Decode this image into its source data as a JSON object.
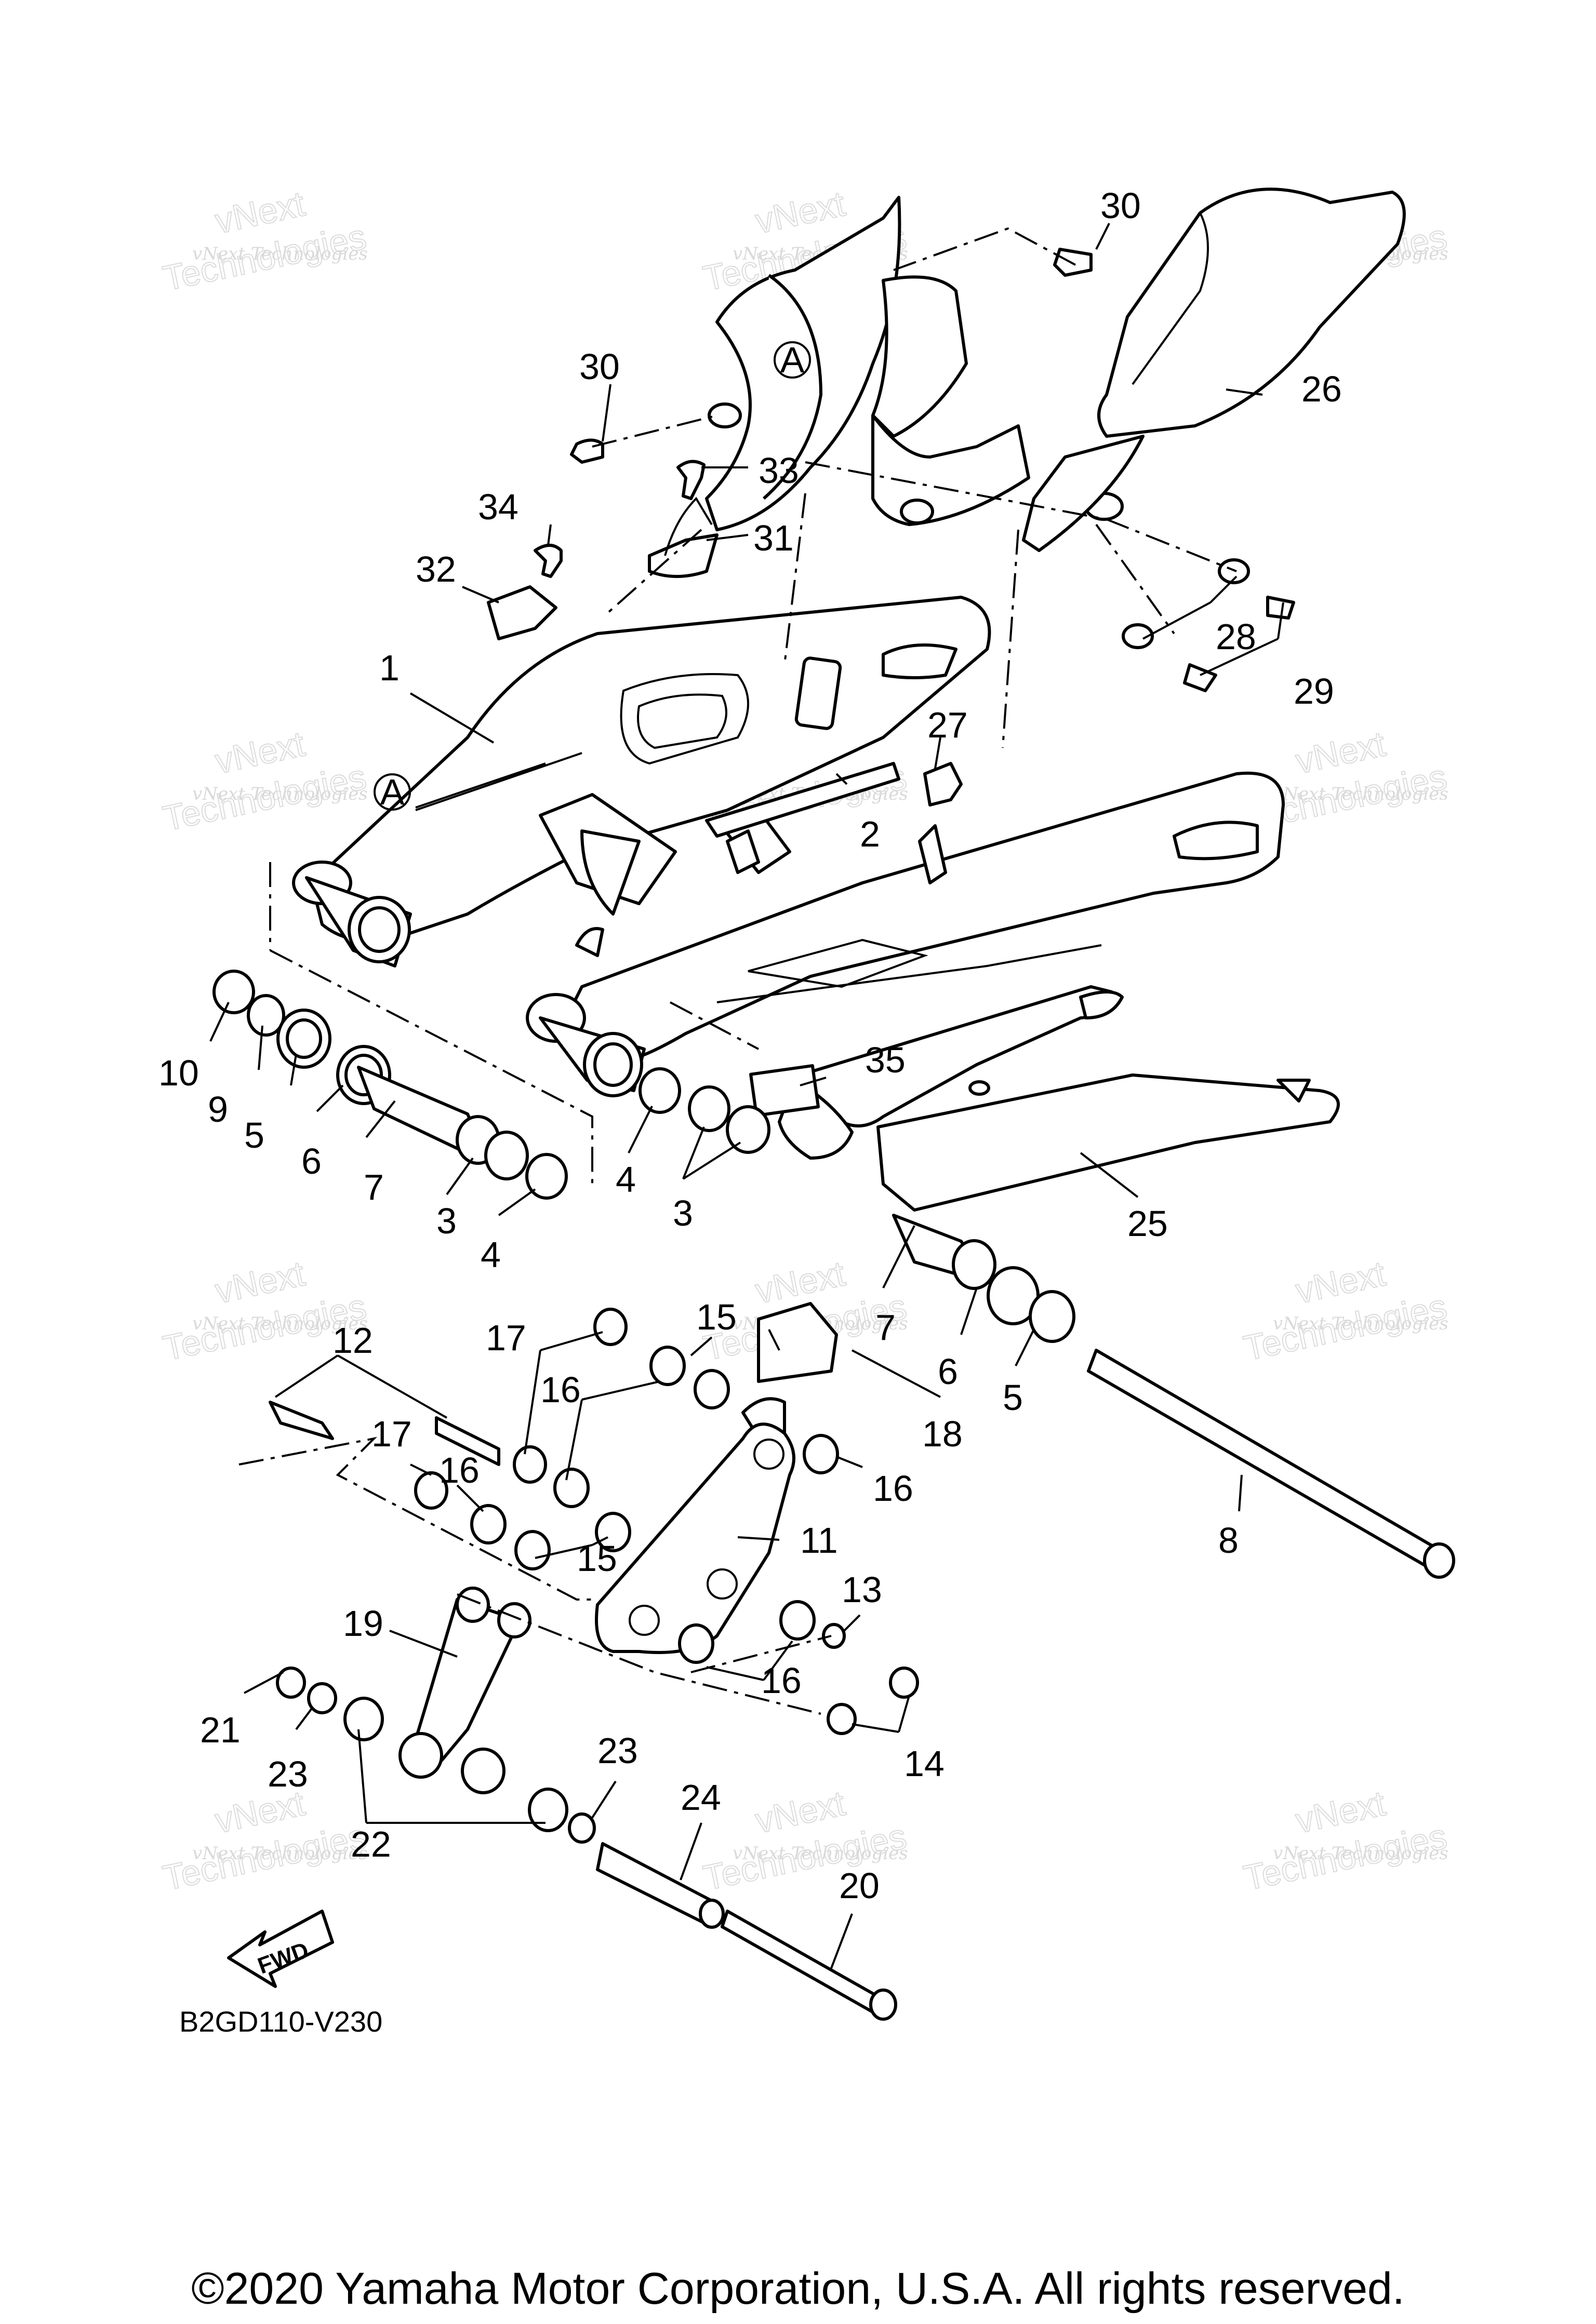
{
  "diagram_code": "B2GD110-V230",
  "copyright": "©2020 Yamaha Motor Corporation, U.S.A. All rights reserved.",
  "watermark": {
    "line1": "vNext",
    "line2": "Technologies",
    "line3": "Technologies"
  },
  "fwd_label": "FWD",
  "reference_marker": "A",
  "callouts": [
    "30",
    "30",
    "26",
    "33",
    "34",
    "31",
    "32",
    "28",
    "29",
    "1",
    "27",
    "2",
    "10",
    "9",
    "5",
    "6",
    "7",
    "3",
    "4",
    "4",
    "35",
    "3",
    "25",
    "15",
    "17",
    "16",
    "12",
    "7",
    "6",
    "5",
    "18",
    "17",
    "16",
    "16",
    "11",
    "15",
    "8",
    "13",
    "19",
    "21",
    "23",
    "16",
    "14",
    "23",
    "24",
    "22",
    "20"
  ]
}
